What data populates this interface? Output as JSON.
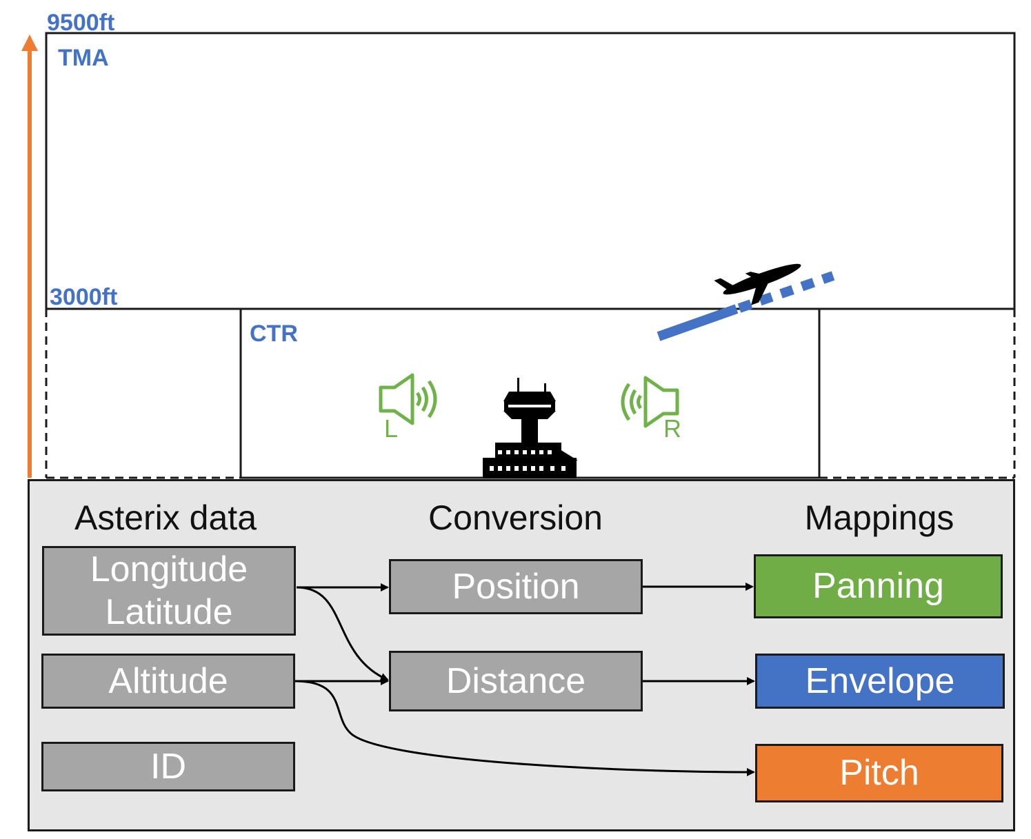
{
  "altitudes": {
    "top": "9500ft",
    "middle": "3000ft"
  },
  "zones": {
    "upper": "TMA",
    "lower": "CTR"
  },
  "speakers": {
    "left": "L",
    "right": "R"
  },
  "icons": [
    "altitude-arrow",
    "left-speaker-icon",
    "right-speaker-icon",
    "control-tower-icon",
    "airplane-icon",
    "flight-path"
  ],
  "columns": {
    "asterix": "Asterix data",
    "conversion": "Conversion",
    "mappings": "Mappings"
  },
  "asterix": {
    "lonlat": [
      "Longitude",
      "Latitude"
    ],
    "altitude": "Altitude",
    "id": "ID"
  },
  "conversion": {
    "position": "Position",
    "distance": "Distance"
  },
  "mappings": {
    "panning": "Panning",
    "envelope": "Envelope",
    "pitch": "Pitch"
  },
  "colors": {
    "accent_blue": "#4472c4",
    "speaker_green": "#70b24a",
    "arrow_orange": "#ed7d31",
    "panning": "#70ad47",
    "envelope": "#4472c4",
    "pitch": "#ed7d31",
    "gray_box": "#a6a6a6",
    "panel": "#e6e6e6"
  }
}
